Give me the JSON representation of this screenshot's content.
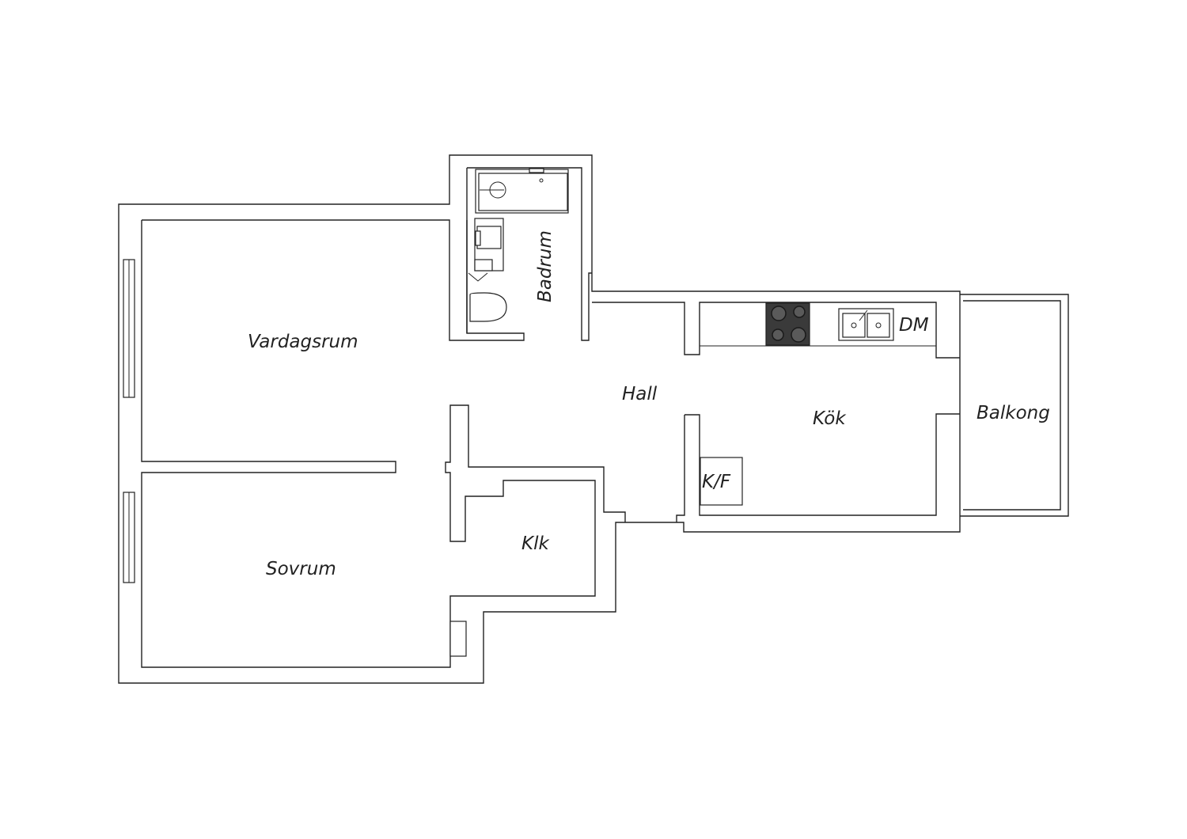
{
  "rooms": {
    "vardagsrum": "Vardagsrum",
    "sovrum": "Sovrum",
    "badrum": "Badrum",
    "hall": "Hall",
    "klk": "Klk",
    "kok": "Kök",
    "balkong": "Balkong",
    "kf": "K/F",
    "dm": "DM"
  },
  "colors": {
    "line": "#222222",
    "background": "#ffffff",
    "stove": "#3a3a3a"
  },
  "icons": [
    "bathtub-icon",
    "washbasin-icon",
    "toilet-icon",
    "stove-icon",
    "sink-icon"
  ]
}
